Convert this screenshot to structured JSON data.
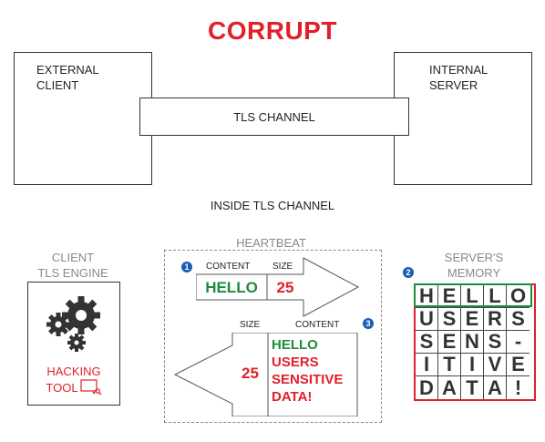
{
  "title": "CORRUPT",
  "external_client": {
    "line1": "EXTERNAL",
    "line2": "CLIENT"
  },
  "internal_server": {
    "line1": "INTERNAL",
    "line2": "SERVER"
  },
  "tls_channel": "TLS CHANNEL",
  "inside_tls_channel": "INSIDE TLS CHANNEL",
  "client_tls_engine": {
    "line1": "CLIENT",
    "line2": "TLS ENGINE"
  },
  "heartbeat": "HEARTBEAT",
  "servers_memory": {
    "line1": "SERVER'S",
    "line2": "MEMORY"
  },
  "hacking_tool": {
    "line1": "HACKING",
    "line2": "TOOL"
  },
  "request": {
    "badge": "1",
    "content_header": "CONTENT",
    "size_header": "SIZE",
    "content": "HELLO",
    "size": "25"
  },
  "response": {
    "badge": "3",
    "size_header": "SIZE",
    "content_header": "CONTENT",
    "size": "25",
    "content_lines": [
      "HELLO",
      "USERS",
      "SENSITIVE",
      "DATA!"
    ]
  },
  "memory": {
    "badge": "2",
    "rows": [
      [
        "H",
        "E",
        "L",
        "L",
        "O"
      ],
      [
        "U",
        "S",
        "E",
        "R",
        "S"
      ],
      [
        "S",
        "E",
        "N",
        "S",
        "-"
      ],
      [
        "I",
        "T",
        "I",
        "V",
        "E"
      ],
      [
        "D",
        "A",
        "T",
        "A",
        "!"
      ]
    ]
  },
  "colors": {
    "accent_red": "#e0202a",
    "accent_green": "#1e8c3a",
    "badge_blue": "#1a5fb4"
  },
  "icons": [
    "gears-icon",
    "hacking-tool-icon"
  ]
}
